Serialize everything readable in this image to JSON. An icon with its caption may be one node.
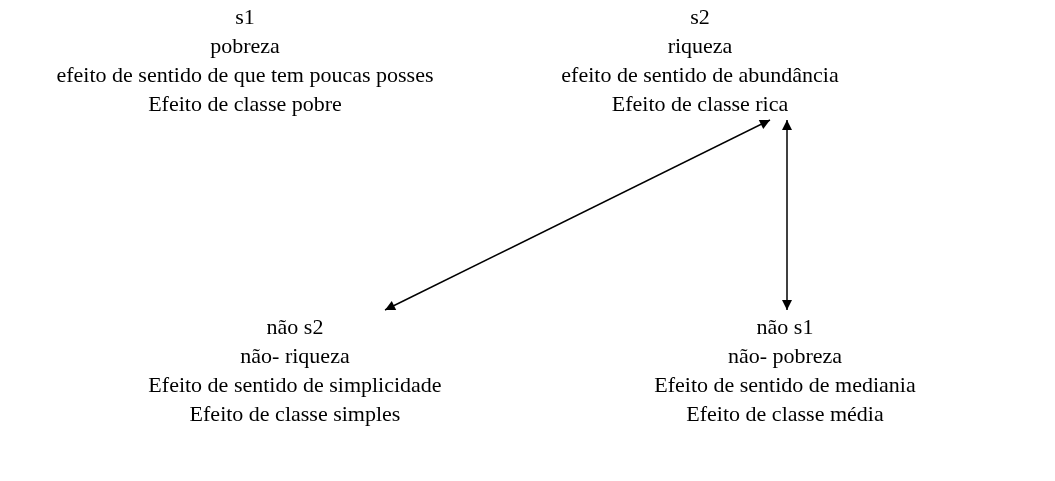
{
  "diagram": {
    "nodes": [
      {
        "text": [
          "s1",
          "pobreza",
          "efeito de sentido de que tem poucas posses",
          "Efeito de classe pobre"
        ]
      },
      {
        "text": [
          "s2",
          "riqueza",
          "efeito de sentido de abundância",
          "Efeito de classe rica"
        ]
      },
      {
        "text": [
          "não s2",
          "não- riqueza",
          "Efeito de sentido de simplicidade",
          "Efeito de classe simples"
        ]
      },
      {
        "text": [
          "não s1",
          "não- pobreza",
          "Efeito de sentido de mediania",
          "Efeito de classe média"
        ]
      }
    ],
    "edges": [
      {
        "from": 1,
        "to": 2,
        "arrow": "both"
      },
      {
        "from": 1,
        "to": 3,
        "arrow": "both"
      }
    ]
  }
}
